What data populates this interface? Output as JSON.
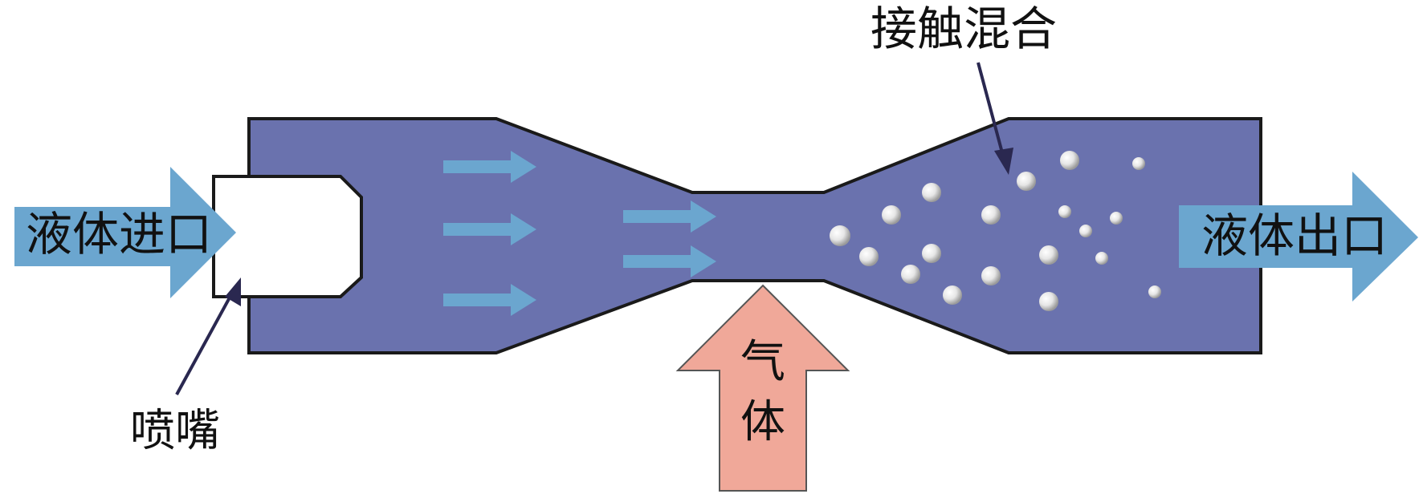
{
  "labels": {
    "liquid_inlet": "液体进口",
    "liquid_outlet": "液体出口",
    "gas_line1": "气",
    "gas_line2": "体",
    "nozzle": "喷嘴",
    "contact_mixing": "接触混合"
  },
  "colors": {
    "body": "#6a72ae",
    "body_outline": "#1a1a1a",
    "flow_arrow": "#6ba6cf",
    "gas_arrow": "#f0a899",
    "nozzle_fill": "#ffffff",
    "pointer": "#2a2850",
    "bubble": "#f2f2f2"
  },
  "icons": {
    "flow": "right-arrow-icon",
    "gas": "up-arrow-icon",
    "bubbles": "bubble-icon"
  }
}
